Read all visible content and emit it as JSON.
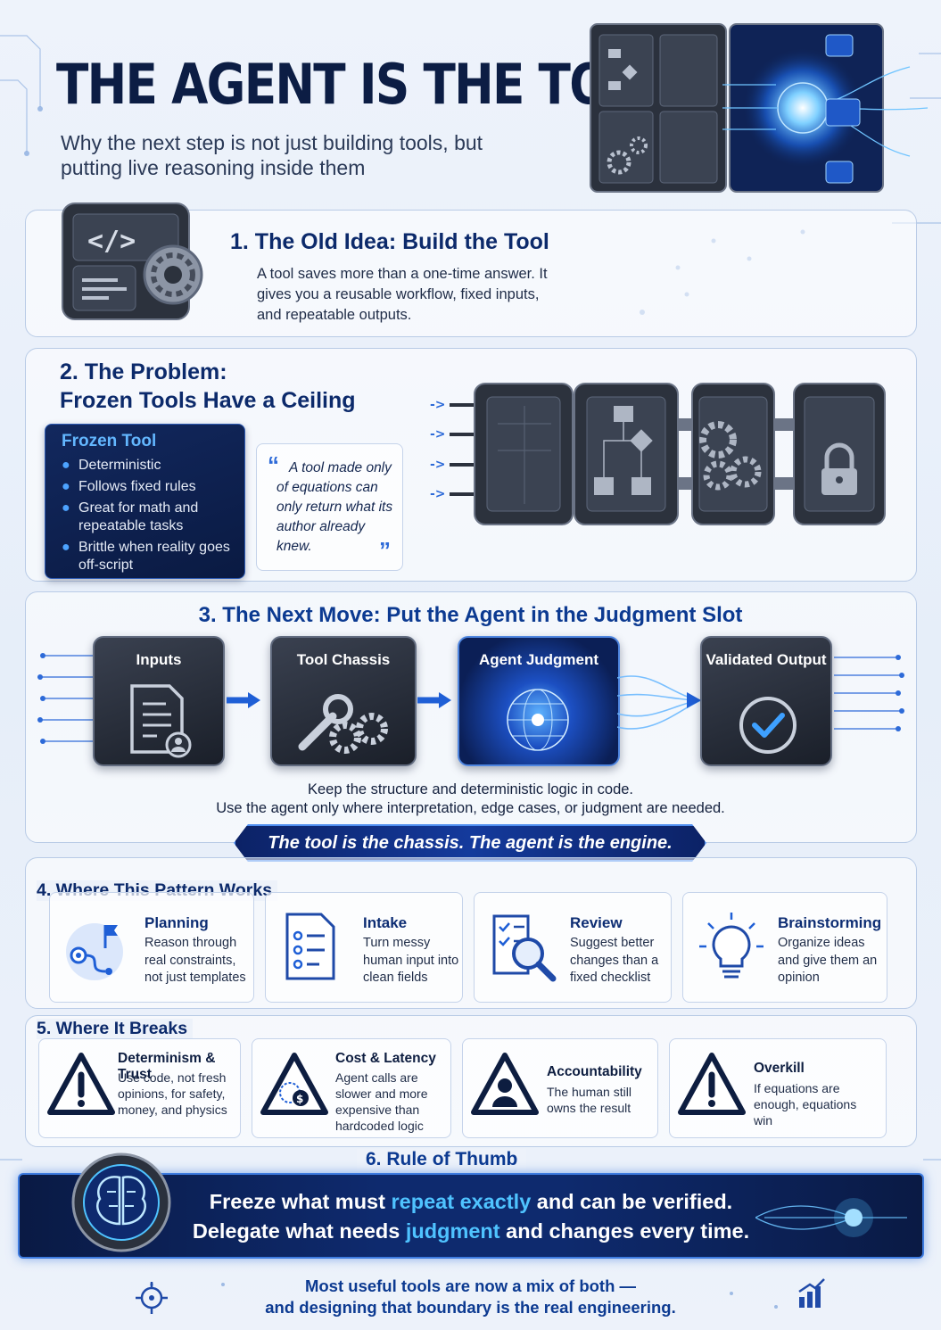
{
  "header": {
    "title": "THE AGENT IS THE TOOL",
    "subtitle": "Why the next step is not just building tools, but putting live reasoning inside them"
  },
  "section1": {
    "heading": "1. The Old Idea: Build the Tool",
    "body": "A tool saves more than a one-time answer. It gives you a reusable workflow, fixed inputs, and repeatable outputs.",
    "icon": "code-gear-icon"
  },
  "section2": {
    "heading_line1": "2. The Problem:",
    "heading_line2": "Frozen Tools Have a Ceiling",
    "frozen_box": {
      "title": "Frozen Tool",
      "items": [
        "Deterministic",
        "Follows fixed rules",
        "Great for math and repeatable tasks",
        "Brittle when reality goes off-script"
      ]
    },
    "quote": "A tool made only of equations can only return what its author already knew.",
    "pipeline_icons": [
      "circuit-panel-icon",
      "flowchart-icon",
      "gears-icon",
      "lock-icon"
    ]
  },
  "section3": {
    "heading": "3. The Next Move: Put the Agent in the Judgment Slot",
    "flow": [
      {
        "label": "Inputs",
        "icon": "document-user-icon"
      },
      {
        "label": "Tool Chassis",
        "icon": "wrench-gears-icon"
      },
      {
        "label": "Agent Judgment",
        "icon": "neural-globe-icon"
      },
      {
        "label": "Validated Output",
        "icon": "check-circle-icon"
      }
    ],
    "caption_line1": "Keep the structure and deterministic logic in code.",
    "caption_line2": "Use the agent only where interpretation, edge cases, or judgment are needed.",
    "banner": "The tool is the chassis. The agent is the engine."
  },
  "section4": {
    "heading": "4. Where This Pattern Works",
    "cards": [
      {
        "title": "Planning",
        "desc": "Reason through real constraints, not just templates",
        "icon": "route-flag-icon"
      },
      {
        "title": "Intake",
        "desc": "Turn messy human input into clean fields",
        "icon": "form-list-icon"
      },
      {
        "title": "Review",
        "desc": "Suggest better changes than a fixed checklist",
        "icon": "magnifier-checklist-icon"
      },
      {
        "title": "Brainstorming",
        "desc": "Organize ideas and give them an opinion",
        "icon": "lightbulb-icon"
      }
    ]
  },
  "section5": {
    "heading": "5. Where It Breaks",
    "cards": [
      {
        "title": "Determinism & Trust",
        "desc": "Use code, not fresh opinions, for safety, money, and physics",
        "icon": "warning-icon"
      },
      {
        "title": "Cost & Latency",
        "desc": "Agent calls are slower and more expensive than hardcoded logic",
        "icon": "warning-dollar-icon"
      },
      {
        "title": "Accountability",
        "desc": "The human still owns the result",
        "icon": "warning-person-icon"
      },
      {
        "title": "Overkill",
        "desc": "If equations are enough, equations win",
        "icon": "warning-icon"
      }
    ]
  },
  "section6": {
    "heading": "6. Rule of Thumb",
    "line1_pre": "Freeze what must ",
    "line1_hl": "repeat exactly",
    "line1_post": " and can be verified.",
    "line2_pre": "Delegate what needs ",
    "line2_hl": "judgment",
    "line2_post": " and changes every time.",
    "footer_line1": "Most useful tools are now a mix of both —",
    "footer_line2": "and designing that boundary is the real engineering."
  },
  "colors": {
    "navy": "#0c1d44",
    "accent_blue": "#1f5fd6",
    "highlight_cyan": "#4fc3ff",
    "banner_dark": "#0b1f4d"
  }
}
